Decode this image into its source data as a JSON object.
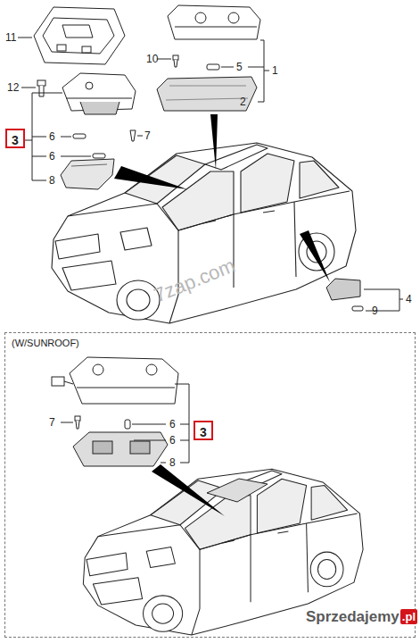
{
  "diagram": {
    "nodes": [
      {
        "text": [
          "3"
        ]
      },
      {
        "text": [
          "(W/SUNROOF)"
        ]
      },
      {
        "text": [
          "3"
        ],
        "in": 1
      }
    ],
    "labels": [
      "11",
      "10",
      "5",
      "1",
      "12",
      "2",
      "6",
      "7",
      "6",
      "8",
      "4",
      "9",
      "7zap.com",
      "7",
      "6",
      "6",
      "8",
      "Sprzedajemy",
      ".pl"
    ]
  }
}
